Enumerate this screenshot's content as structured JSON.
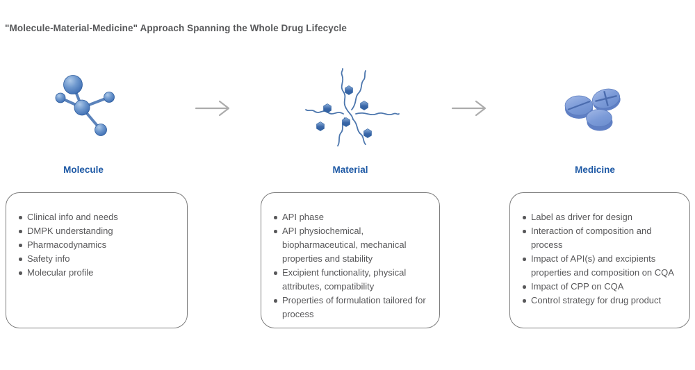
{
  "title": "\"Molecule-Material-Medicine\" Approach Spanning the Whole Drug Lifecycle",
  "columns": [
    {
      "label": "Molecule",
      "icon": "molecule-icon",
      "items": [
        "Clinical info and needs",
        "DMPK understanding",
        "Pharmacodynamics",
        "Safety info",
        "Molecular profile"
      ]
    },
    {
      "label": "Material",
      "icon": "material-icon",
      "items": [
        "API phase",
        "API physiochemical, biopharmaceutical, mechanical properties and stability",
        "Excipient functionality, physical attributes, compatibility",
        "Properties of formulation tailored for process"
      ]
    },
    {
      "label": "Medicine",
      "icon": "medicine-icon",
      "items": [
        "Label as driver for design",
        "Interaction of composition and process",
        "Impact of API(s) and excipients properties and composition on CQA",
        "Impact of CPP on CQA",
        "Control strategy for drug product"
      ]
    }
  ],
  "arrows": [
    {
      "icon": "arrow-right-icon"
    },
    {
      "icon": "arrow-right-icon"
    }
  ],
  "colors": {
    "background": "#ffffff",
    "title_text": "#57585a",
    "body_text": "#58585a",
    "label_blue": "#1e59a5",
    "box_border": "#7c7c7c",
    "arrow_gray": "#acacac",
    "icon_blue_dark": "#3465ad",
    "icon_blue_light": "#adc9e9"
  }
}
